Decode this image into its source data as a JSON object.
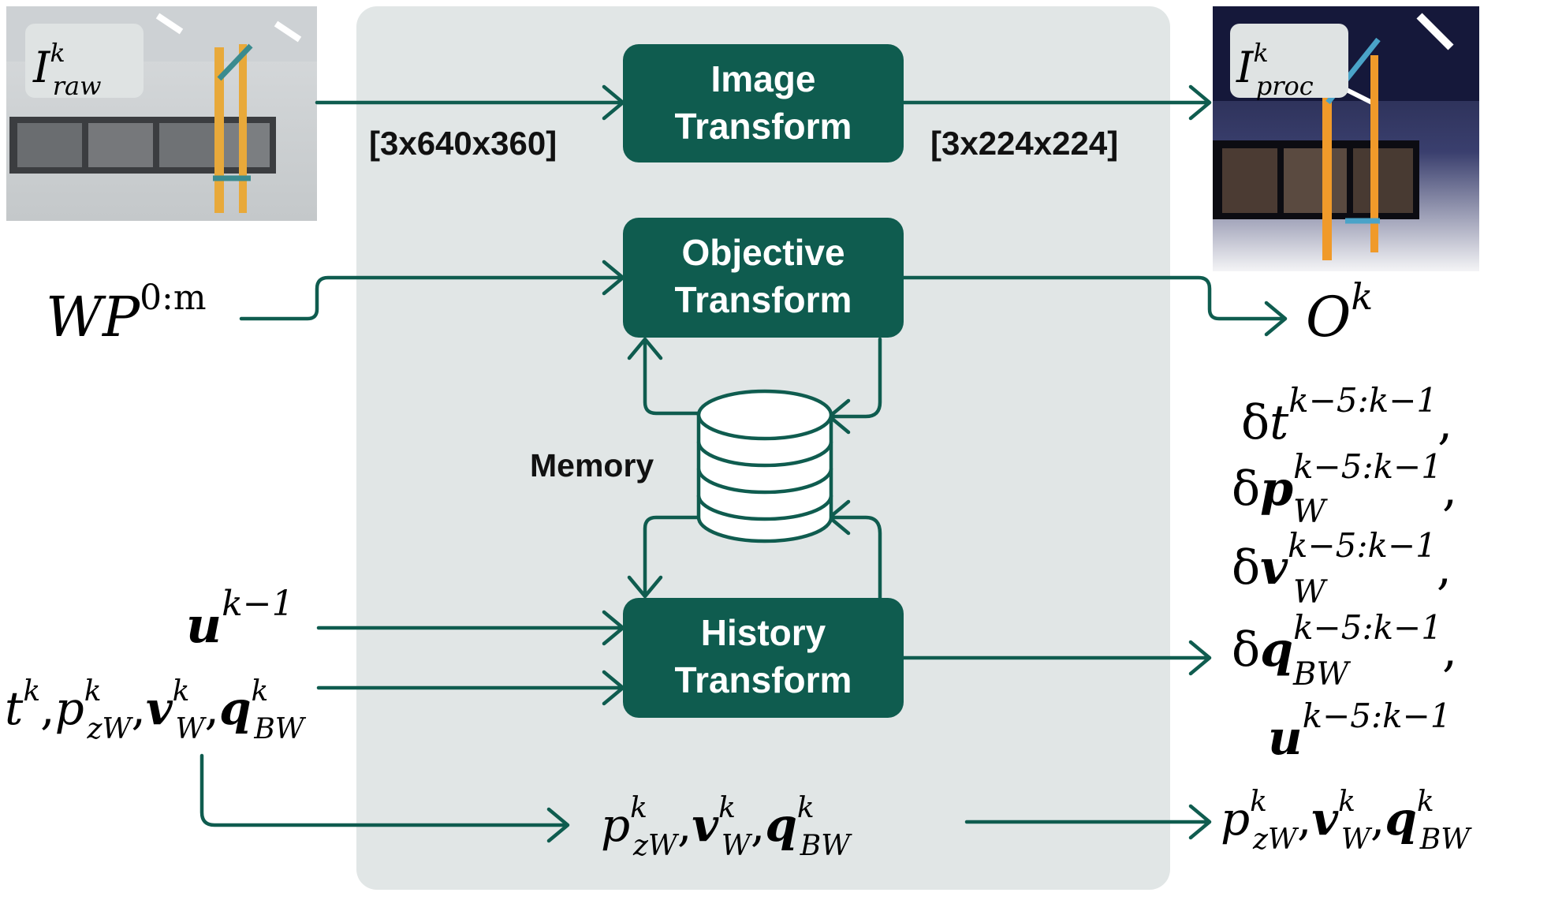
{
  "images": {
    "raw": {
      "label_base": "I",
      "label_sup": "k",
      "label_sub": "raw"
    },
    "proc": {
      "label_base": "I",
      "label_sup": "k",
      "label_sub": "proc"
    }
  },
  "blocks": {
    "image_transform": {
      "line1": "Image",
      "line2": "Transform"
    },
    "objective_transform": {
      "line1": "Objective",
      "line2": "Transform"
    },
    "history_transform": {
      "line1": "History",
      "line2": "Transform"
    }
  },
  "dims": {
    "input": "[3x640x360]",
    "output": "[3x224x224]"
  },
  "memory_label": "Memory",
  "math": {
    "waypoints": {
      "base": "WP",
      "sup": "0:m"
    },
    "objective_out": {
      "base": "O",
      "sup": "k"
    },
    "u_prev": {
      "base": "u",
      "sup": "k−1"
    },
    "state": {
      "t": "t",
      "t_sup": "k",
      "p": "p",
      "p_sup": "k",
      "p_sub": "zW",
      "v": "v",
      "v_sup": "k",
      "v_sub": "W",
      "q": "q",
      "q_sup": "k",
      "q_sub": "BW",
      "sep": ","
    },
    "history_out": [
      {
        "pre": "δ",
        "base": "t",
        "sup": "k−5:k−1",
        "sub": "",
        "tail": ","
      },
      {
        "pre": "δ",
        "base": "p",
        "sup": "k−5:k−1",
        "sub": "W",
        "tail": ","
      },
      {
        "pre": "δ",
        "base": "v",
        "sup": "k−5:k−1",
        "sub": "W",
        "tail": ","
      },
      {
        "pre": "δ",
        "base": "q",
        "sup": "k−5:k−1",
        "sub": "BW",
        "tail": ","
      },
      {
        "pre": "",
        "base": "u",
        "sup": "k−5:k−1",
        "sub": "",
        "tail": ""
      }
    ]
  },
  "colors": {
    "accent": "#0f5c4f",
    "panel": "#e1e6e6",
    "label_bg": "#dfe3e3"
  }
}
